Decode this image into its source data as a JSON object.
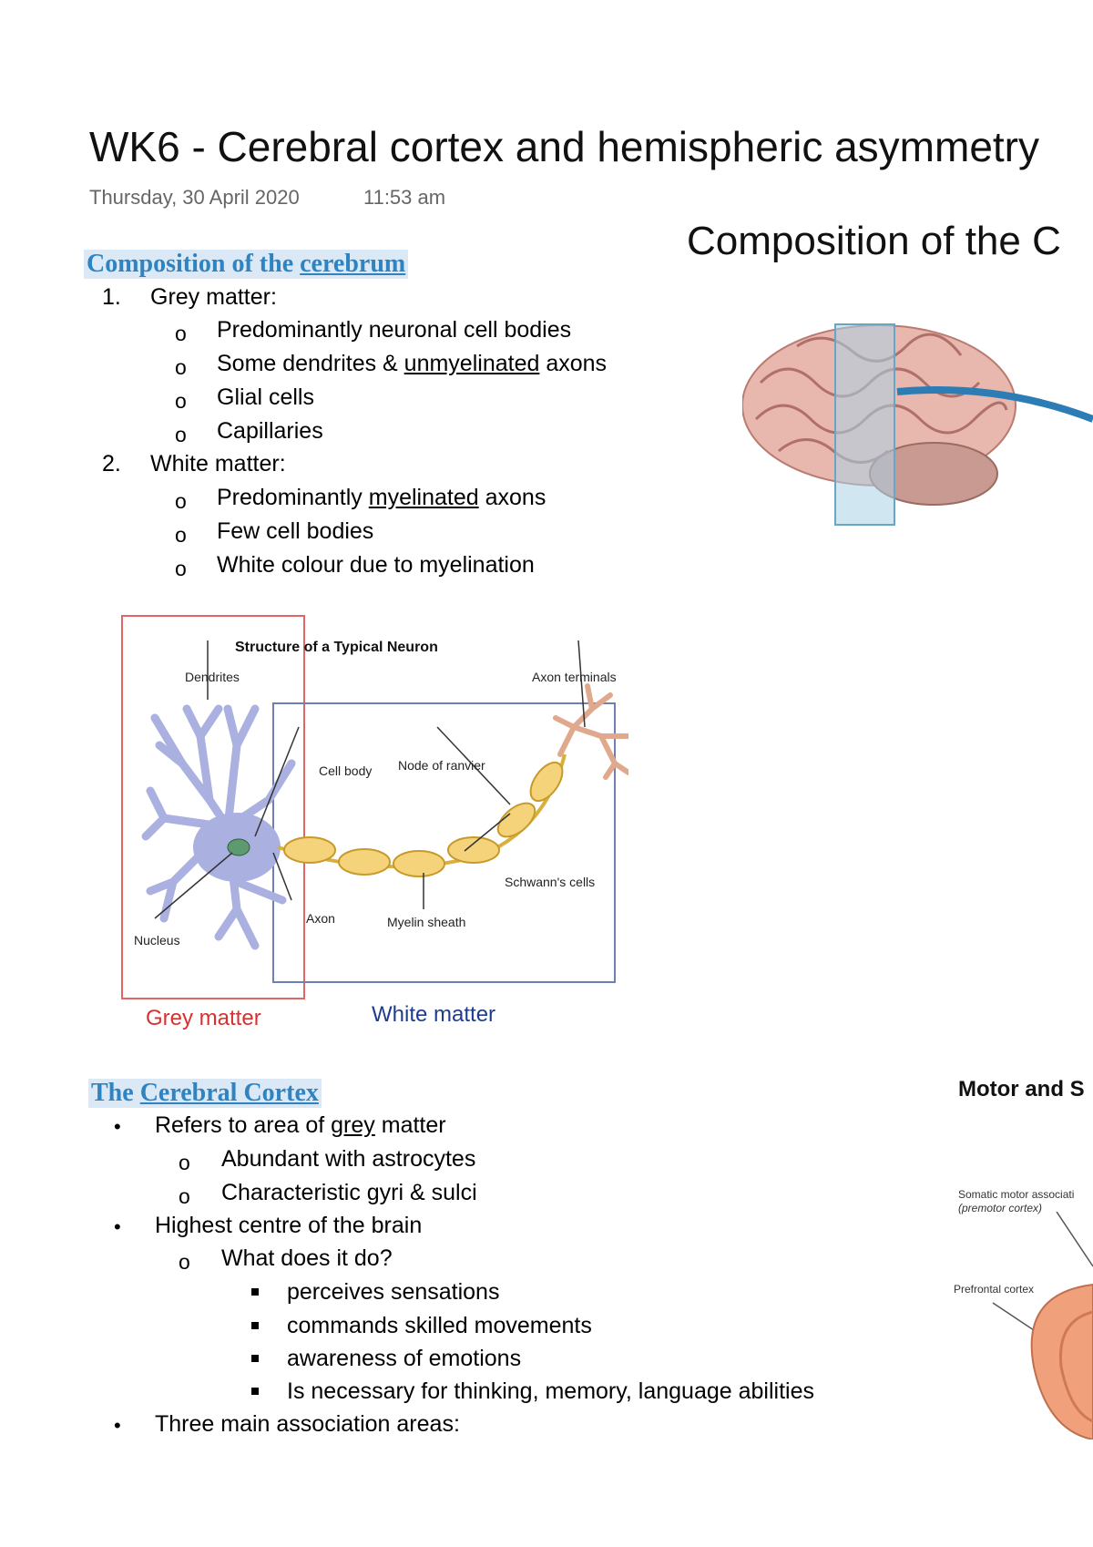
{
  "page": {
    "title": "WK6 - Cerebral cortex and hemispheric asymmetry",
    "date": "Thursday, 30 April 2020",
    "time": "11:53 am"
  },
  "section1": {
    "heading_pre": "Composition of the ",
    "heading_ul": "cerebrum",
    "items": [
      {
        "num": "1.",
        "label": "Grey matter:"
      },
      {
        "num": "2.",
        "label": "White matter:"
      }
    ],
    "grey": {
      "b1": "Predominantly neuronal cell bodies",
      "b2_pre": "Some dendrites & ",
      "b2_ul": "unmyelinated",
      "b2_post": " axons",
      "b3": "Glial cells",
      "b4": "Capillaries"
    },
    "white": {
      "b1_pre": "Predominantly ",
      "b1_ul": "myelinated",
      "b1_post": " axons",
      "b2": "Few cell bodies",
      "b3": "White colour due to myelination"
    }
  },
  "slide1": {
    "title": "Composition of the C"
  },
  "neuron_diagram": {
    "title": "Structure of a Typical Neuron",
    "labels": {
      "dendrites": "Dendrites",
      "axon_terminals": "Axon terminals",
      "cell_body": "Cell body",
      "node": "Node of ranvier",
      "schwann": "Schwann's cells",
      "axon": "Axon",
      "myelin": "Myelin sheath",
      "nucleus": "Nucleus"
    },
    "grey_caption": "Grey matter",
    "white_caption": "White matter",
    "colors": {
      "grey_box": "#e06666",
      "white_box": "#6d7fb3",
      "grey_text": "#d93030",
      "white_text": "#203c8c"
    }
  },
  "section2": {
    "heading_pre": "The ",
    "heading_ul": "Cerebral Cortex",
    "b1_pre": "Refers to area of ",
    "b1_ul": "grey",
    "b1_post": " matter",
    "b1_sub1": "Abundant with astrocytes",
    "b1_sub2": "Characteristic gyri & sulci",
    "b2": "Highest centre of the brain",
    "b2_sub": "What does it do?",
    "b2_items": [
      "perceives sensations",
      "commands skilled movements",
      "awareness of emotions",
      "Is necessary for thinking, memory, language abilities"
    ],
    "b3": "Three main association areas:"
  },
  "slide2": {
    "title": "Motor and S",
    "label1": "Somatic motor associati",
    "label2": "(premotor cortex)",
    "label3": "Prefrontal cortex"
  },
  "bullets": {
    "open": "o",
    "dot": "•"
  }
}
